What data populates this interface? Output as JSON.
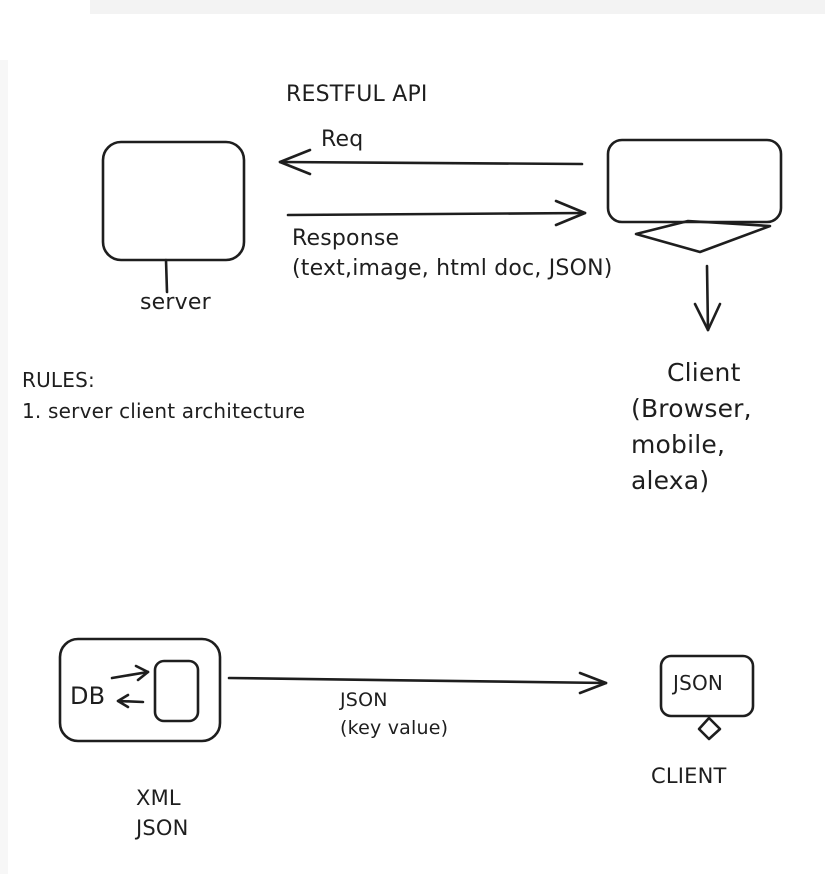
{
  "diagram": {
    "title": "RESTFUL API",
    "request_label": "Req",
    "response_label": "Response",
    "response_detail": "(text,image, html doc, JSON)",
    "server_label": "server",
    "rules_heading": "RULES:",
    "rule_1": "1. server client architecture",
    "client_label": {
      "line1": "Client",
      "line2": "(Browser,",
      "line3": "mobile,",
      "line4": "alexa)"
    },
    "db_label": "DB",
    "edge_label": {
      "line1": "JSON",
      "line2": "(key value)"
    },
    "client_box_text": "JSON",
    "client_caps_label": "CLIENT",
    "formats": {
      "line1": "XML",
      "line2": "JSON"
    },
    "colors": {
      "stroke": "#1e1e1e",
      "background": "#ffffff",
      "top_shade": "#f3f3f3"
    }
  }
}
